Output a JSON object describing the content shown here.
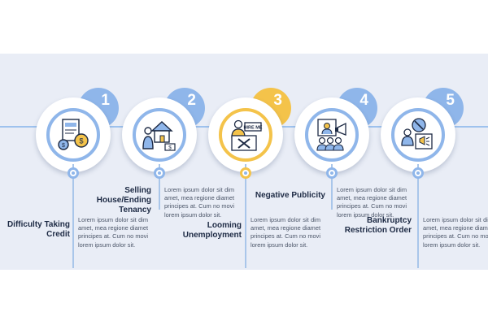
{
  "colors": {
    "blue": "#8fb6ea",
    "blue_dark": "#2d4a7a",
    "accent_yellow": "#f4c34a",
    "panel": "#e9edf6",
    "title_text": "#1d2a44",
    "body_text": "#4b5568"
  },
  "steps": [
    {
      "number": "1",
      "title": "Difficulty Taking Credit",
      "text": "Lorem ipsum dolor sit dim amet, mea regione diamet principes at. Cum no movi lorem ipsum dolor sit.",
      "icon": "credit-documents-coins-icon",
      "highlight": false
    },
    {
      "number": "2",
      "title": "Selling House/Ending Tenancy",
      "text": "Lorem ipsum dolor sit dim amet, mea regione diamet principes at. Cum no movi lorem ipsum dolor sit.",
      "icon": "house-sale-icon",
      "highlight": false
    },
    {
      "number": "3",
      "title": "Looming Unemployment",
      "text": "Lorem ipsum dolor sit dim amet, mea regione diamet principes at. Cum no movi lorem ipsum dolor sit.",
      "icon": "hire-me-sign-icon",
      "highlight": true
    },
    {
      "number": "4",
      "title": "Negative Publicity",
      "text": "Lorem ipsum dolor sit dim amet, mea regione diamet principes at. Cum no movi lorem ipsum dolor sit.",
      "icon": "megaphone-crowd-icon",
      "highlight": false
    },
    {
      "number": "5",
      "title": "Bankruptcy Restriction Order",
      "text": "Lorem ipsum dolor sit dim amet, mea regione diamet principes at. Cum no movi lorem ipsum dolor sit.",
      "icon": "restriction-order-icon",
      "highlight": false
    }
  ]
}
